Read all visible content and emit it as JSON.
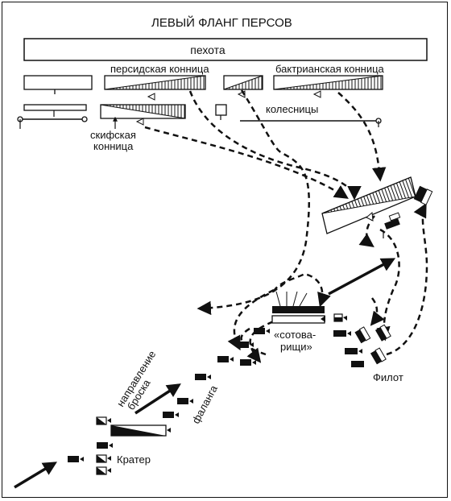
{
  "title": "ЛЕВЫЙ ФЛАНГ ПЕРСОВ",
  "labels": {
    "infantry": "пехота",
    "persian_cavalry": "персидская конница",
    "bactrian_cavalry": "бактрианская конница",
    "chariots": "колесницы",
    "scythian_cavalry_1": "скифская",
    "scythian_cavalry_2": "конница",
    "companions_1": "«сотова-",
    "companions_2": "рищи»",
    "philotas": "Филот",
    "direction_1": "направление",
    "direction_2": "броска",
    "phalanx": "фаланга",
    "craterus": "Кратер"
  },
  "colors": {
    "ink": "#111111",
    "paper": "#ffffff"
  }
}
